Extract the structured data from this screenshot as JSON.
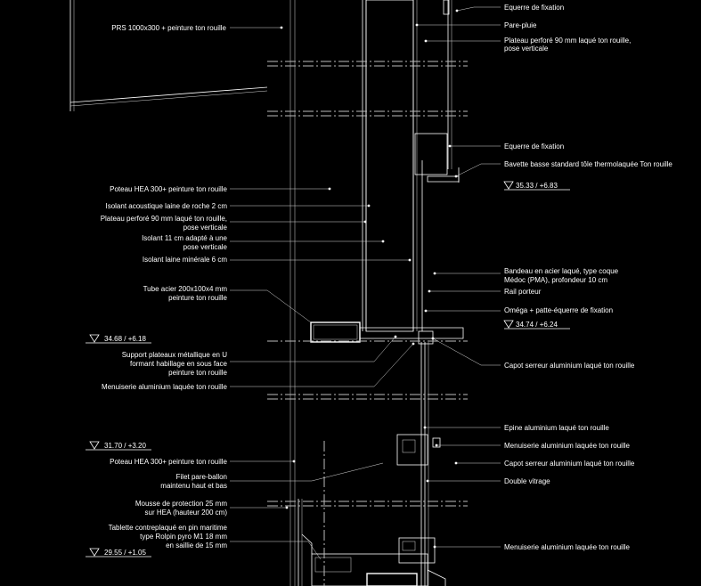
{
  "labels_right": [
    "Equerre de fixation",
    "Pare-pluie",
    "Plateau perforé 90 mm laqué ton rouille,",
    "pose verticale",
    "Equerre de fixation",
    "Bavette basse standard tôle thermolaquée Ton rouille",
    "Bandeau en acier laqué, type coque",
    "Médoc (PMA), profondeur 10 cm",
    "Rail porteur",
    "Oméga + patte-équerre de fixation",
    "Capot serreur aluminium laqué ton rouille",
    "Epine aluminium laqué ton rouille",
    "Menuiserie aluminium laquée ton rouille",
    "Capot serreur aluminium laqué ton rouille",
    "Double vitrage",
    "Menuiserie aluminium laquée ton rouille"
  ],
  "labels_left": [
    "PRS 1000x300 + peinture ton rouille",
    "Poteau HEA 300+ peinture ton rouille",
    "Isolant acoustique laine de roche 2 cm",
    "Plateau perforé 90 mm laqué ton rouille,",
    "pose verticale",
    "Isolant  11 cm adapté à une",
    "pose verticale",
    "Isolant laine minérale 6 cm",
    "Tube acier 200x100x4 mm",
    "peinture ton rouille",
    "Support plateaux métallique en U",
    "formant habillage en sous face",
    "peinture ton rouille",
    "Menuiserie aluminium laquée ton rouille",
    "Poteau HEA 300+ peinture ton rouille",
    "Filet pare-ballon",
    "maintenu haut et bas",
    "Mousse de protection 25 mm",
    "sur HEA (hauteur 200 cm)",
    "Tablette contreplaqué en pin maritime",
    "type Rolpin pyro M1 18 mm",
    "en saillie de 15 mm"
  ],
  "levels": [
    "35.33 / +6.83",
    "34.68 / +6.18",
    "34.74 / +6.24",
    "31.70 / +3.20",
    "29.55 / +1.05"
  ]
}
